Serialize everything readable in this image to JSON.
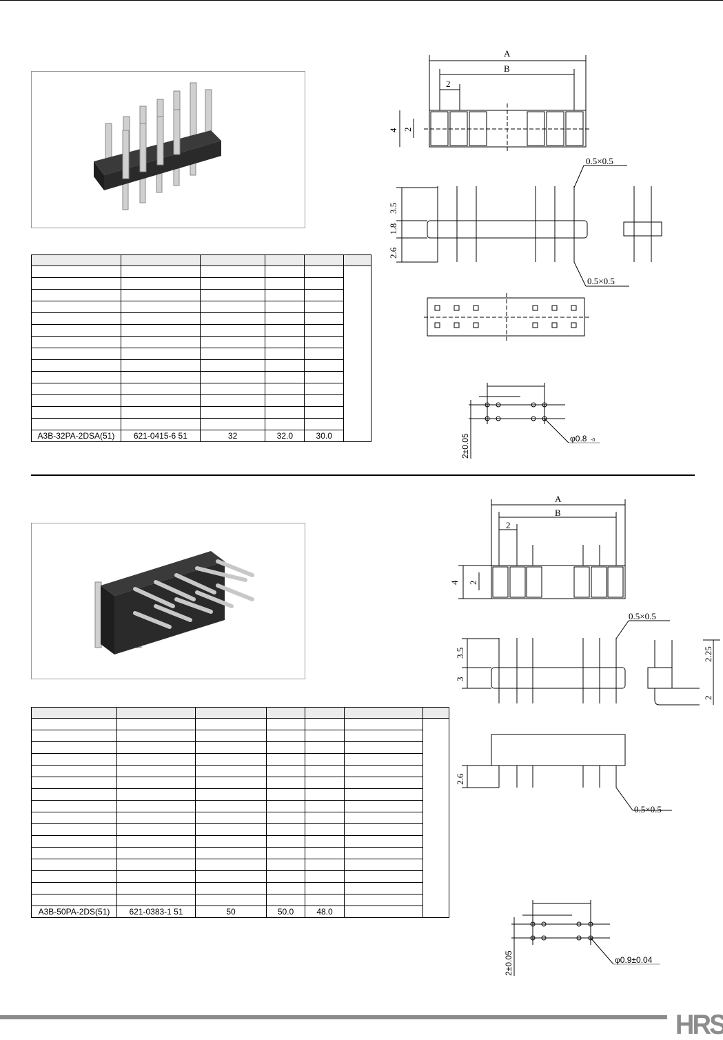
{
  "section1": {
    "table": {
      "columns": 6,
      "empty_rows": 14,
      "last_row": [
        "A3B-32PA-2DSA(51)",
        "621-0415-6 51",
        "32",
        "32.0",
        "30.0"
      ]
    },
    "drawing": {
      "dim_a": "A",
      "dim_b": "B",
      "pitch": "2",
      "height": "4",
      "row_pitch": "2",
      "pin_section_top": "0.5×0.5",
      "pin_section_bottom": "0.5×0.5",
      "upper_len": "3.5",
      "body_h": "1.8",
      "lower_len": "2.6",
      "pcb_row_pitch": "2±0.05",
      "hole_dia": "φ0.8",
      "hole_tol": "-0"
    }
  },
  "section2": {
    "table": {
      "columns": 7,
      "empty_rows": 16,
      "last_row": [
        "A3B-50PA-2DS(51)",
        "621-0383-1 51",
        "50",
        "50.0",
        "48.0",
        ""
      ]
    },
    "drawing": {
      "dim_a": "A",
      "dim_b": "B",
      "pitch": "2",
      "height": "4",
      "row_pitch": "2",
      "pin_section_top": "0.5×0.5",
      "pin_section_bottom": "0.5×0.5",
      "upper_len": "3.5",
      "body_h": "3",
      "side_top": "2.25",
      "side_bottom": "2",
      "lower_len": "2.6",
      "pcb_row_pitch": "2±0.05",
      "hole_dia": "φ0.9±0.04"
    }
  },
  "footer": {
    "logo": "HRS"
  },
  "colors": {
    "footer_bar": "#8c8c8c",
    "header_fill": "#ececec",
    "connector_body": "#2a2a2a",
    "pin": "#c8c8c8"
  }
}
